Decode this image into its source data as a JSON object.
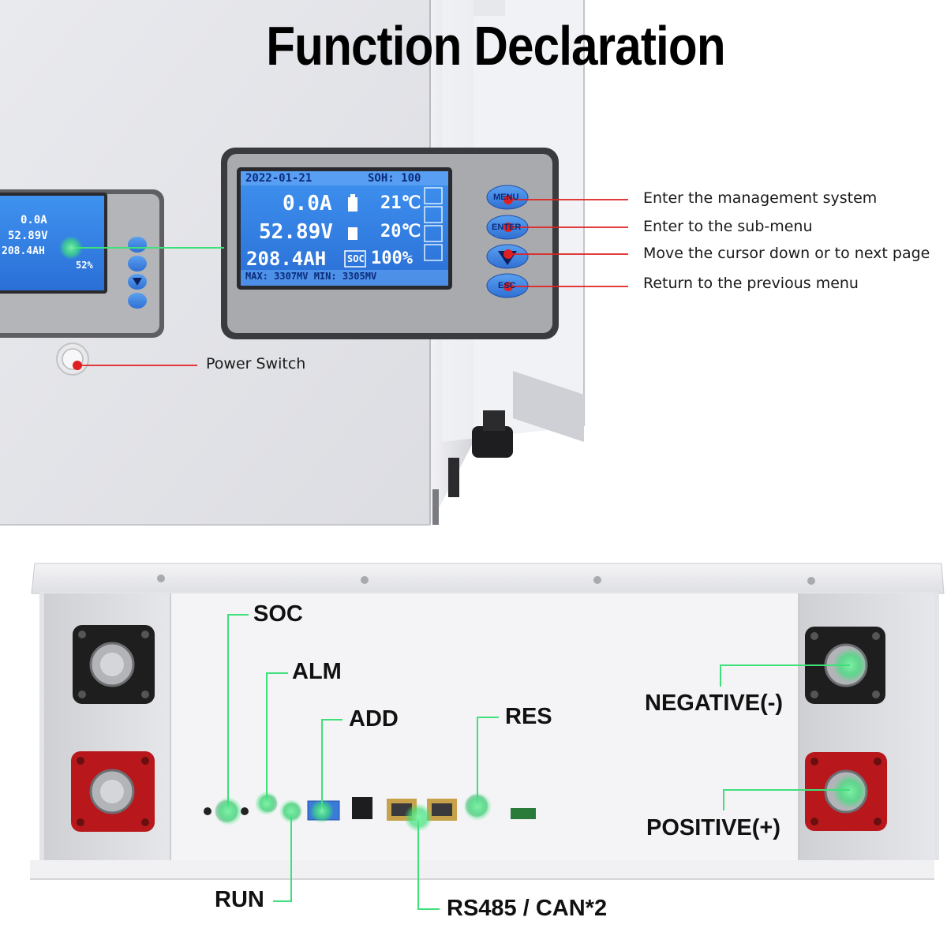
{
  "title": "Function Declaration",
  "lcd": {
    "date": "2022-01-21",
    "soh": "SOH: 100",
    "current": "0.0A",
    "temp1": "21℃",
    "voltage": "52.89V",
    "temp2": "20℃",
    "capacity": "208.4AH",
    "soc_tag": "SOC",
    "soc_value": "100%",
    "cell_range": "MAX: 3307MV  MIN: 3305MV"
  },
  "small_lcd": {
    "current": "0.0A",
    "voltage": "52.89V",
    "capacity": "208.4AH",
    "soc_value": "52%"
  },
  "keys": {
    "menu": "MENU",
    "enter": "ENTER",
    "esc": "ESC"
  },
  "callouts": {
    "menu": "Enter the management system",
    "enter": "Enter to the sub-menu",
    "down": "Move the cursor down or to next page",
    "esc": "Return to the previous menu",
    "power": "Power Switch"
  },
  "ports": {
    "soc": "SOC",
    "alm": "ALM",
    "add": "ADD",
    "res": "RES",
    "run": "RUN",
    "comm": "RS485 / CAN*2",
    "negative": "NEGATIVE(-)",
    "positive": "POSITIVE(+)"
  },
  "colors": {
    "callout_red": "#e02020",
    "callout_green": "#3ee07a",
    "lcd_blue": "#2f7fe0",
    "terminal_black": "#1e1e1e",
    "terminal_red": "#b8181c"
  }
}
